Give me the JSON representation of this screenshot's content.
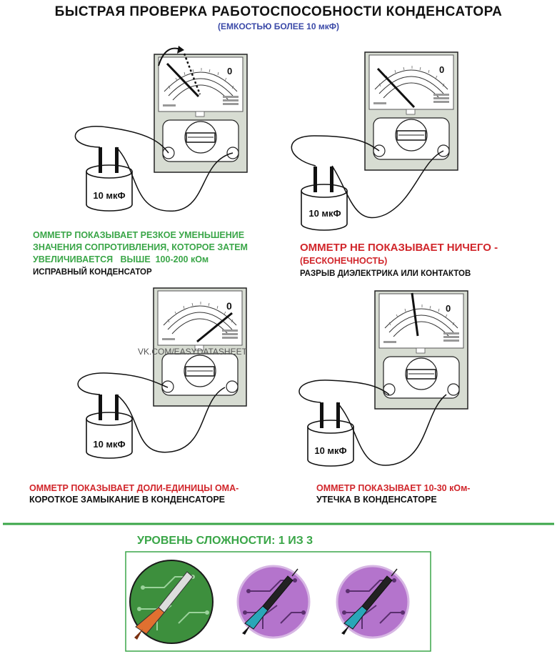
{
  "title": "БЫСТРАЯ ПРОВЕРКА РАБОТОСПОСОБНОСТИ КОНДЕНСАТОРА",
  "subtitle": "(ЕМКОСТЬЮ БОЛЕЕ 10 мкФ)",
  "watermark": "VK.COM/EASYDATASHEET",
  "meter_zero": "0",
  "capacitor_label": "10 мкФ",
  "panels": {
    "good": {
      "line1": "ОММЕТР ПОКАЗЫВАЕТ РЕЗКОЕ УМЕНЬШЕНИЕ",
      "line2": "ЗНАЧЕНИЯ СОПРОТИВЛЕНИЯ, КОТОРОЕ ЗАТЕМ",
      "line3": "УВЕЛИЧИВАЕТСЯ   ВЫШЕ  100-200 кОм",
      "verdict": "ИСПРАВНЫЙ КОНДЕНСАТОР"
    },
    "open": {
      "line1": "ОММЕТР НЕ ПОКАЗЫВАЕТ НИЧЕГО -",
      "line2": "(БЕСКОНЕЧНОСТЬ)",
      "verdict": "РАЗРЫВ ДИЭЛЕКТРИКА ИЛИ КОНТАКТОВ"
    },
    "short": {
      "line1": "ОММЕТР ПОКАЗЫВАЕТ ДОЛИ-ЕДИНИЦЫ ОМА-",
      "verdict": "КОРОТКОЕ ЗАМЫКАНИЕ В КОНДЕНСАТОРЕ"
    },
    "leak": {
      "line1": "ОММЕТР ПОКАЗЫВАЕТ 10-30 кОм-",
      "verdict": "УТЕЧКА В КОНДЕНСАТОРЕ"
    }
  },
  "difficulty": {
    "label": "УРОВЕНЬ СЛОЖНОСТИ: 1 ИЗ 3",
    "level": 1,
    "max": 3
  },
  "colors": {
    "green": "#3aa648",
    "red": "#d1262b",
    "blue": "#3b4aa8",
    "purple": "#b474cc",
    "board_green": "#3d8f3d"
  }
}
